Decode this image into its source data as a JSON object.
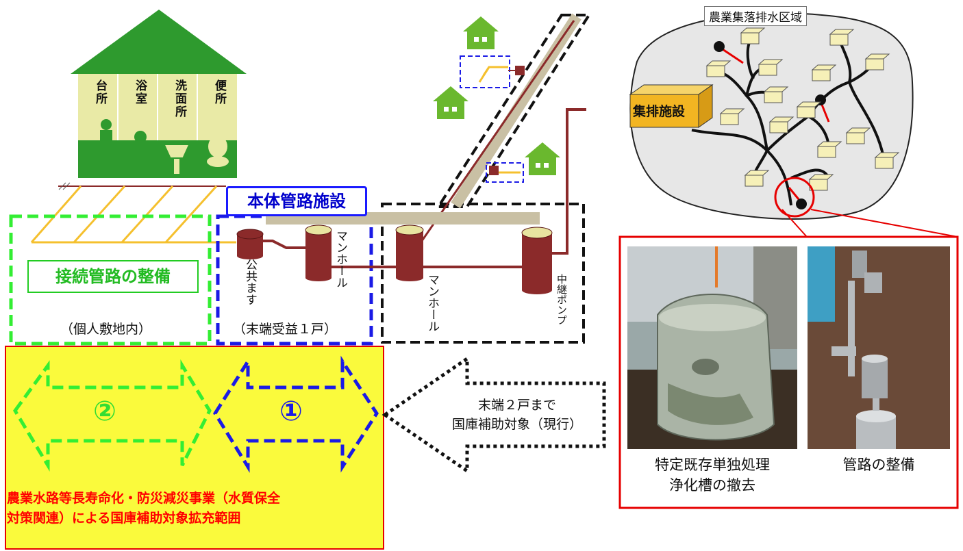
{
  "house": {
    "rooms": [
      "台所",
      "浴室",
      "洗面所",
      "便所"
    ]
  },
  "labels": {
    "connection_pipe": "接続管路の整備",
    "private_land": "（個人敷地内）",
    "main_pipe": "本体管路施設",
    "terminal_benefit": "（末端受益１戸）",
    "public_basin": "公共ます",
    "manhole_1": "マンホール",
    "manhole_2": "マンホール",
    "relay_pump": "中継ポンプ"
  },
  "arrows": {
    "num_2": "②",
    "num_1": "①",
    "current_subsidy": [
      "末端２戸まで",
      "国庫補助対象（現行）"
    ]
  },
  "expansion_note": [
    "農業水路等長寿命化・防災減災事業（水質保全",
    "対策関連）による国庫補助対象拡充範囲"
  ],
  "area_map": {
    "title": "農業集落排水区域",
    "facility": "集排施設"
  },
  "photos": {
    "left_caption": [
      "特定既存単独処理",
      "浄化槽の撤去"
    ],
    "right_caption": "管路の整備"
  },
  "colors": {
    "house_green": "#2e9a2e",
    "house_wall": "#e9eaa6",
    "pipe_red": "#8b2a2a",
    "pipe_yellow": "#f5c02e",
    "highlight_yellow": "#fafa3c",
    "dash_green": "#33ee33",
    "dash_blue": "#1a1ae6",
    "alert_red": "#e60000"
  }
}
